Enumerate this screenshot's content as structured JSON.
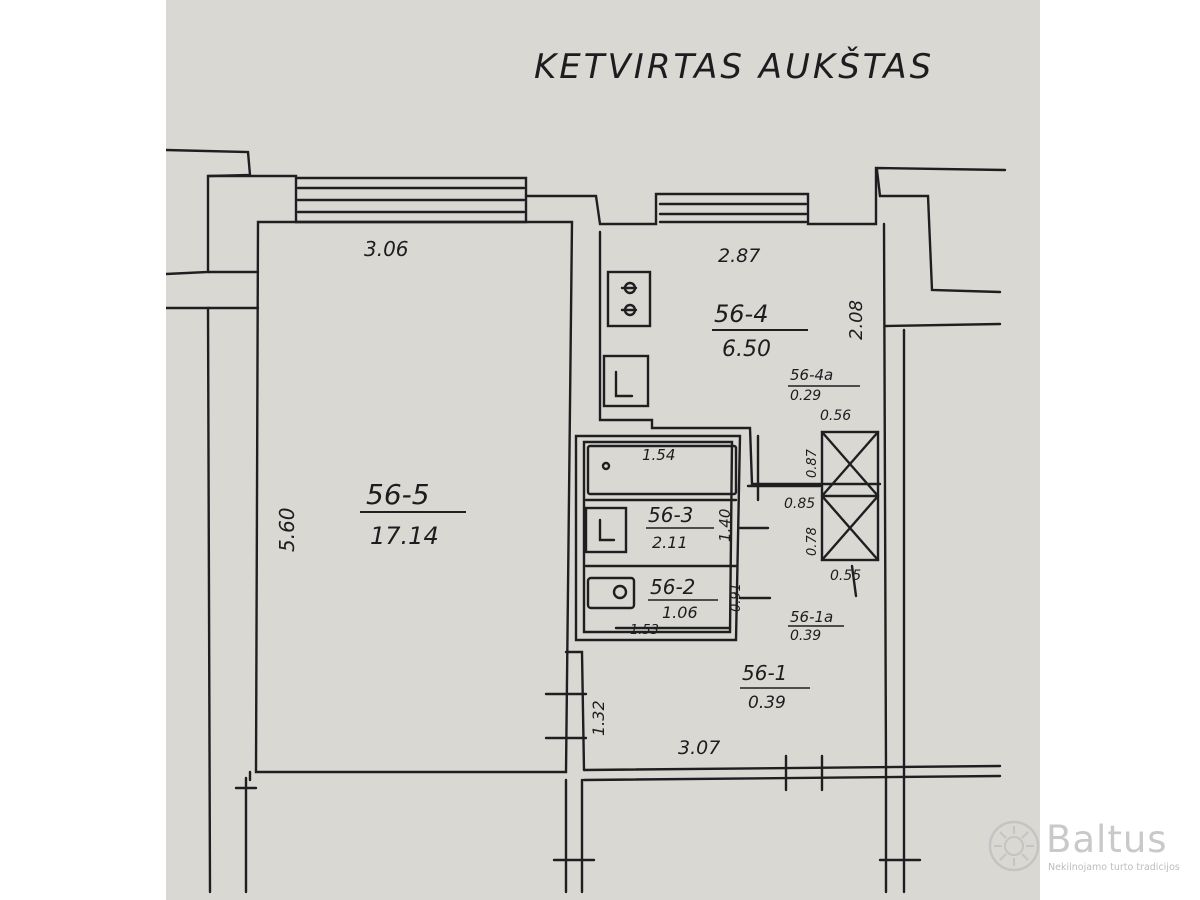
{
  "title": "KETVIRTAS AUKŠTAS",
  "rooms": [
    {
      "id": "56-5",
      "area": "17.14"
    },
    {
      "id": "56-4",
      "area": "6.50"
    },
    {
      "id": "56-4a",
      "label": "56-4a",
      "area": "0.29"
    },
    {
      "id": "56-3",
      "area": "2.11"
    },
    {
      "id": "56-2",
      "label": "56-2",
      "area": "1.06"
    },
    {
      "id": "56-1a",
      "label": "56-1a",
      "area": "0.39"
    },
    {
      "id": "56-1",
      "area": "0.39"
    }
  ],
  "dimensions": {
    "d306": "3.06",
    "d287": "2.87",
    "d208": "2.08",
    "d560": "5.60",
    "d154": "1.54",
    "d140": "1.40",
    "d153": "1.53",
    "d132": "1.32",
    "d307": "3.07",
    "d085": "0.85",
    "d056": "0.56",
    "d087": "0.87",
    "d078": "0.78",
    "d055": "0.55",
    "d091": "0.91"
  },
  "watermark": {
    "brand": "Baltus",
    "tagline": "Nekilnojamo turto tradicijos"
  }
}
